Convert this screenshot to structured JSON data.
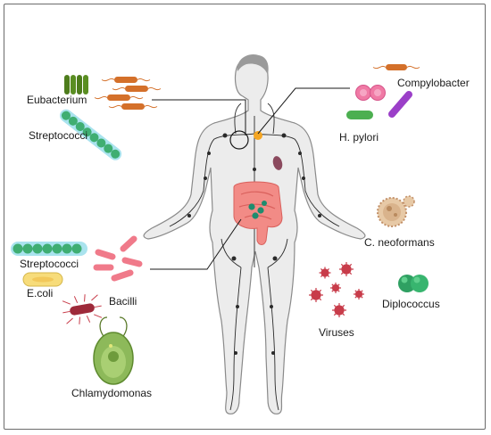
{
  "labels": {
    "eubacterium": "Eubacterium",
    "streptococci_top": "Streptococci",
    "compylobacter": "Compylobacter",
    "h_pylori": "H. pylori",
    "c_neoformans": "C. neoformans",
    "streptococci_left": "Streptococci",
    "e_coli": "E.coli",
    "bacilli": "Bacilli",
    "chlamydomonas": "Chlamydomonas",
    "viruses": "Viruses",
    "diplococcus": "Diplococcus"
  },
  "colors": {
    "body_fill": "#ececec",
    "body_stroke": "#8a8a8a",
    "lymph": "#2a2a2a",
    "intestine": "#f28b86",
    "stomach": "#f5a623",
    "spleen": "#8b4a5e",
    "node": "#1e8c6e",
    "streptococci": "#3fae72",
    "streptococci_halo": "#a9e3ee",
    "eubacterium": "#4e7d1c",
    "rod_orange": "#d4702a",
    "bacilli": "#f07a8a",
    "ecoli": "#f7dc7a",
    "virus": "#c83c4a",
    "diplococcus": "#2fa062",
    "hpylori_pink": "#f07aa5",
    "hpylori_green": "#4caf50",
    "purple_rod": "#9b3fc8",
    "fungus": "#d9b38c",
    "algae": "#8db95a"
  }
}
